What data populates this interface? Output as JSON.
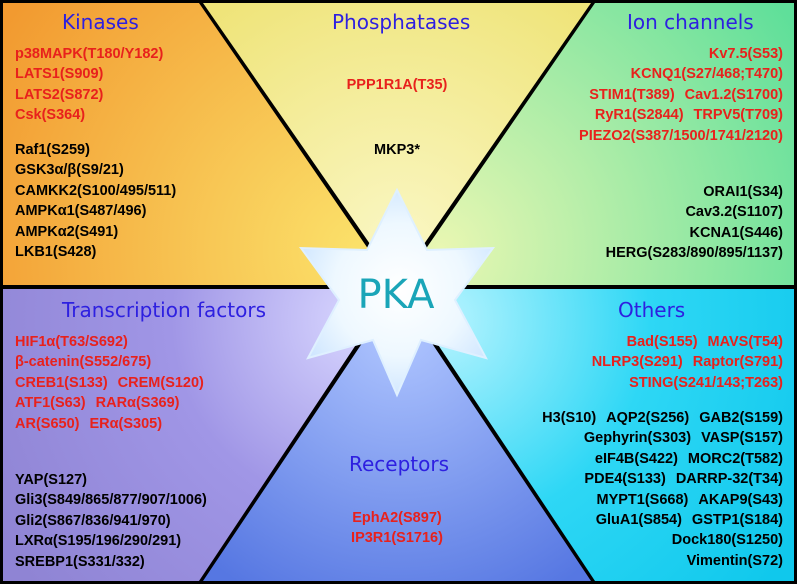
{
  "center": {
    "label": "PKA"
  },
  "colors": {
    "kinases_bg": "#f7a93a",
    "phosphatases_bg": "#f2e98a",
    "ion_channels_bg": "#7ee6a2",
    "transcription_bg": "#9a90e0",
    "receptors_bg": "#6a86e8",
    "others_bg": "#1ed2f2",
    "title": "#2e20e0",
    "highlight": "#e8211c",
    "text": "#000000",
    "star": "#e8f4ff",
    "pka_text": "#1aa5b8"
  },
  "sections": {
    "kinases": {
      "title": "Kinases",
      "red": [
        [
          "p38MAPK(T180/Y182)"
        ],
        [
          "LATS1(S909)"
        ],
        [
          "LATS2(S872)"
        ],
        [
          "Csk(S364)"
        ]
      ],
      "black": [
        [
          "Raf1(S259)"
        ],
        [
          "GSK3α/β(S9/21)"
        ],
        [
          "CAMKK2(S100/495/511)"
        ],
        [
          "AMPKα1(S487/496)"
        ],
        [
          "AMPKα2(S491)"
        ],
        [
          "LKB1(S428)"
        ]
      ]
    },
    "phosphatases": {
      "title": "Phosphatases",
      "red": [
        [
          "PPP1R1A(T35)"
        ]
      ],
      "black": [
        [
          "MKP3*"
        ]
      ]
    },
    "ion_channels": {
      "title": "Ion channels",
      "red": [
        [
          "Kv7.5(S53)"
        ],
        [
          "KCNQ1(S27/468;T470)"
        ],
        [
          "STIM1(T389)",
          "Cav1.2(S1700)"
        ],
        [
          "RyR1(S2844)",
          "TRPV5(T709)"
        ],
        [
          "PIEZO2(S387/1500/1741/2120)"
        ]
      ],
      "black": [
        [
          "ORAI1(S34)"
        ],
        [
          "Cav3.2(S1107)"
        ],
        [
          "KCNA1(S446)"
        ],
        [
          "HERG(S283/890/895/1137)"
        ]
      ]
    },
    "transcription_factors": {
      "title": "Transcription factors",
      "red": [
        [
          "HIF1α(T63/S692)"
        ],
        [
          "β-catenin(S552/675)"
        ],
        [
          "CREB1(S133)",
          "CREM(S120)"
        ],
        [
          "ATF1(S63)",
          "RARα(S369)"
        ],
        [
          "AR(S650)",
          "ERα(S305)"
        ]
      ],
      "black": [
        [
          "YAP(S127)"
        ],
        [
          "Gli3(S849/865/877/907/1006)"
        ],
        [
          "Gli2(S867/836/941/970)"
        ],
        [
          "LXRα(S195/196/290/291)"
        ],
        [
          "SREBP1(S331/332)"
        ]
      ]
    },
    "receptors": {
      "title": "Receptors",
      "red": [
        [
          "EphA2(S897)"
        ],
        [
          "IP3R1(S1716)"
        ]
      ]
    },
    "others": {
      "title": "Others",
      "red": [
        [
          "Bad(S155)",
          "MAVS(T54)"
        ],
        [
          "NLRP3(S291)",
          "Raptor(S791)"
        ],
        [
          "STING(S241/143;T263)"
        ]
      ],
      "black": [
        [
          "H3(S10)",
          "AQP2(S256)",
          "GAB2(S159)"
        ],
        [
          "Gephyrin(S303)",
          "VASP(S157)"
        ],
        [
          "eIF4B(S422)",
          "MORC2(T582)"
        ],
        [
          "PDE4(S133)",
          "DARRP-32(T34)"
        ],
        [
          "MYPT1(S668)",
          "AKAP9(S43)"
        ],
        [
          "GluA1(S854)",
          "GSTP1(S184)"
        ],
        [
          "Dock180(S1250)"
        ],
        [
          "Vimentin(S72)"
        ]
      ]
    }
  }
}
